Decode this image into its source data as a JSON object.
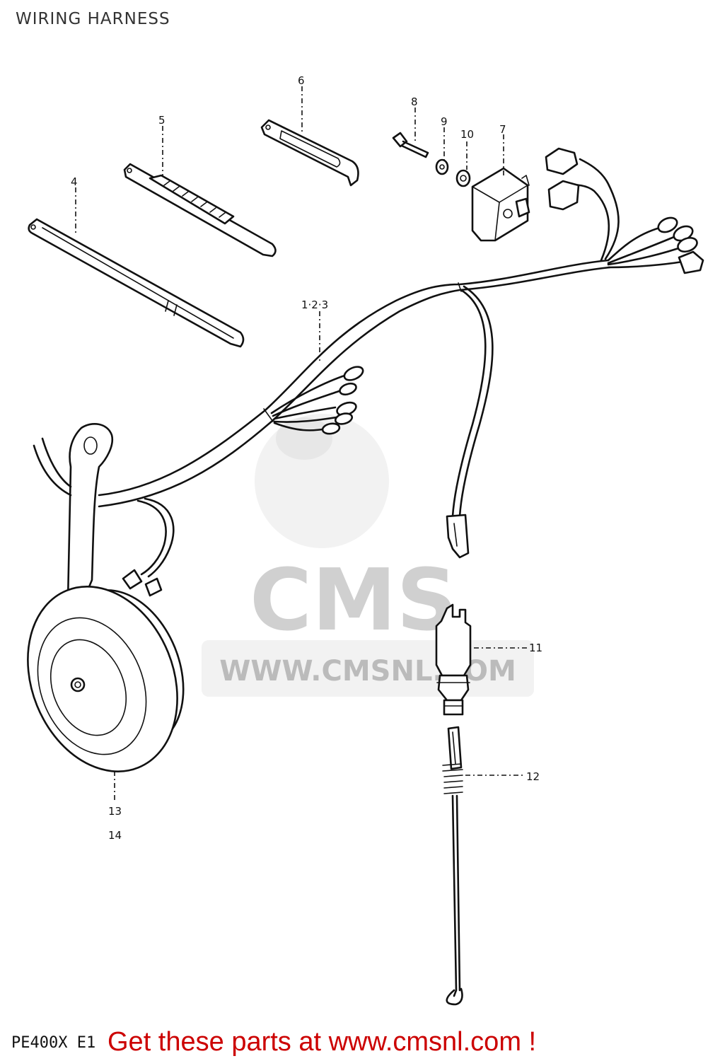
{
  "title": "WIRING HARNESS",
  "callouts": {
    "c4": "4",
    "c5": "5",
    "c6": "6",
    "c7": "7",
    "c8": "8",
    "c9": "9",
    "c10": "10",
    "c123": "1·2·3",
    "c11": "11",
    "c12": "12",
    "c13": "13",
    "c14": "14"
  },
  "watermark": {
    "brand": "CMS",
    "url": "WWW.CMSNL.COM"
  },
  "footer": {
    "model_code": "PE400X E1",
    "cta": "Get these parts at www.cmsnl.com !",
    "cta_color": "#cc0000"
  }
}
